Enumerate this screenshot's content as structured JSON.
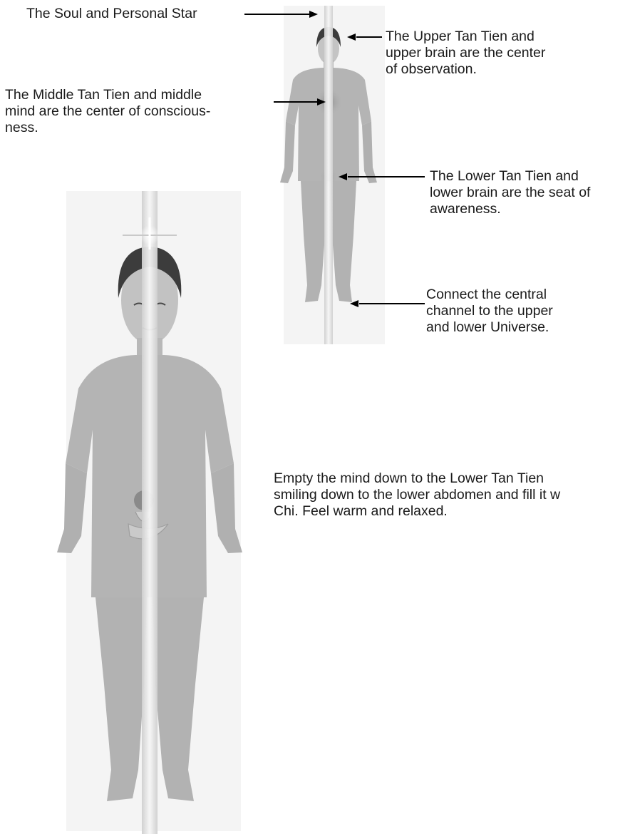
{
  "labels": {
    "soul_star": "The Soul and Personal Star",
    "upper_tan_tien": {
      "line1": "The Upper Tan Tien and",
      "line2": "upper brain are the center",
      "line3": "of observation."
    },
    "middle_tan_tien": {
      "line1": "The Middle Tan Tien and middle",
      "line2": "mind are the center of conscious-",
      "line3": "ness."
    },
    "lower_tan_tien": {
      "line1": "The Lower Tan Tien and",
      "line2": "lower brain are the seat of",
      "line3": "awareness."
    },
    "central_channel": {
      "line1": "Connect the central",
      "line2": "channel to the upper",
      "line3": "and lower Universe."
    }
  },
  "caption": {
    "line1": "Empty the mind down to the Lower Tan Tien",
    "line2": "smiling down to the lower abdomen and fill it w",
    "line3": "Chi.  Feel warm and relaxed."
  },
  "colors": {
    "body_fill": "#b4b4b4",
    "hair": "#3c3c3c",
    "channel": "#e2e2e2",
    "energy_center": "#8a8a8a",
    "arrow": "#000000"
  },
  "icons": [
    "figure-small-icon",
    "figure-large-icon",
    "arrow-icon"
  ]
}
